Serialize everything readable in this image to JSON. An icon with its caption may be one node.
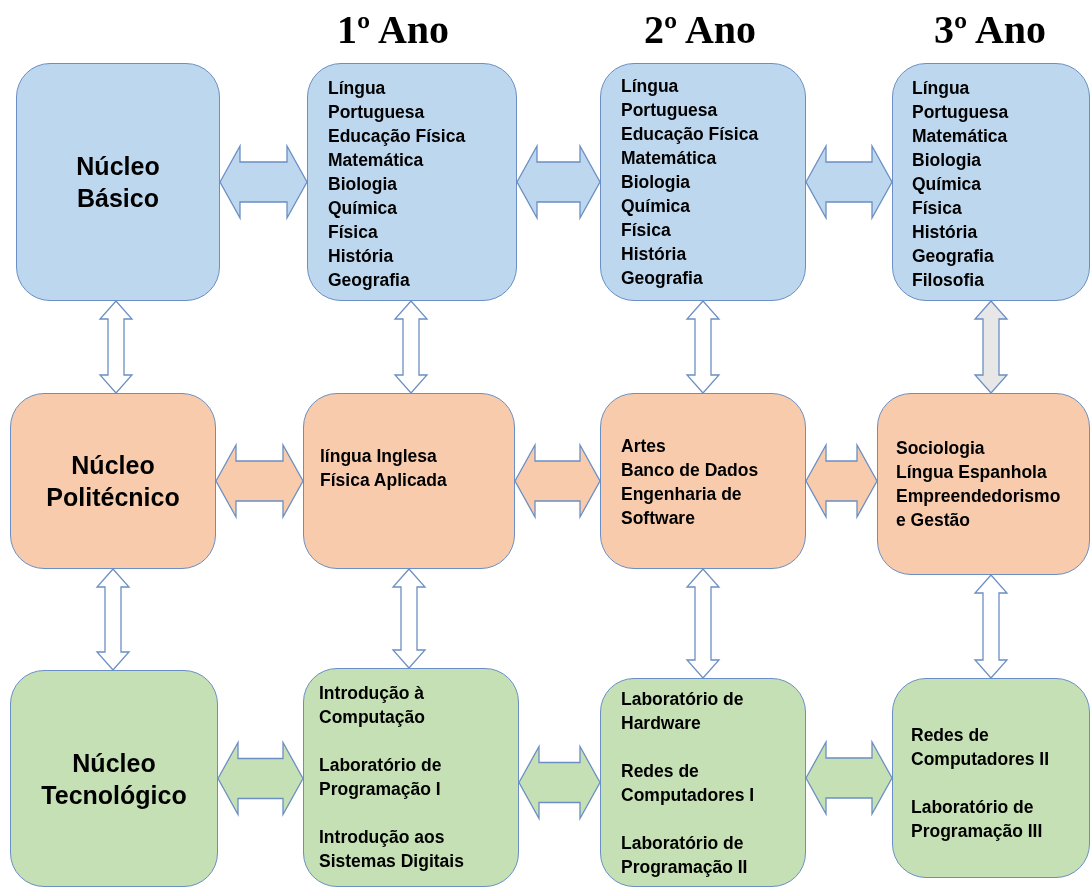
{
  "diagram": {
    "nodes": [
      {
        "text": [
          "Núcleo Básico"
        ]
      },
      {
        "text": [
          "Língua Portuguesa",
          "Educação Física",
          "Matemática",
          "Biologia",
          "Química",
          "Física",
          "História",
          "Geografia"
        ]
      },
      {
        "text": [
          "Língua Portuguesa",
          "Educação Física",
          "Matemática",
          "Biologia",
          "Química",
          "Física",
          "História",
          "Geografia"
        ]
      },
      {
        "text": [
          "Língua Portuguesa",
          "Matemática",
          "Biologia",
          "Química",
          "Física",
          "História",
          "Geografia",
          "Filosofia"
        ]
      },
      {
        "text": [
          "Núcleo Politécnico"
        ]
      },
      {
        "text": [
          "língua Inglesa",
          "Física Aplicada"
        ]
      },
      {
        "text": [
          "Artes",
          "Banco de Dados",
          "Engenharia de Software"
        ]
      },
      {
        "text": [
          "Sociologia",
          "Língua Espanhola",
          "Empreendedorismo e Gestão"
        ]
      },
      {
        "text": [
          "Núcleo Tecnológico"
        ]
      },
      {
        "text": [
          "Introdução à Computação",
          "Laboratório de Programação I",
          "Introdução aos Sistemas Digitais"
        ]
      },
      {
        "text": [
          "Laboratório de Hardware",
          "Redes de Computadores I",
          "Laboratório de Programação II"
        ]
      },
      {
        "text": [
          "Redes de Computadores II",
          "Laboratório de Programação III"
        ]
      }
    ],
    "edges": [
      {
        "from": 0,
        "to": 1,
        "arrow": "both",
        "color": "#bdd7ee"
      },
      {
        "from": 1,
        "to": 2,
        "arrow": "both",
        "color": "#bdd7ee"
      },
      {
        "from": 2,
        "to": 3,
        "arrow": "both",
        "color": "#bdd7ee"
      },
      {
        "from": 4,
        "to": 5,
        "arrow": "both",
        "color": "#f8cbad"
      },
      {
        "from": 5,
        "to": 6,
        "arrow": "both",
        "color": "#f8cbad"
      },
      {
        "from": 6,
        "to": 7,
        "arrow": "both",
        "color": "#f8cbad"
      },
      {
        "from": 8,
        "to": 9,
        "arrow": "both",
        "color": "#c5e0b4"
      },
      {
        "from": 9,
        "to": 10,
        "arrow": "both",
        "color": "#c5e0b4"
      },
      {
        "from": 10,
        "to": 11,
        "arrow": "both",
        "color": "#c5e0b4"
      },
      {
        "from": 0,
        "to": 4,
        "arrow": "both",
        "color": "#ffffff"
      },
      {
        "from": 4,
        "to": 8,
        "arrow": "both",
        "color": "#ffffff"
      },
      {
        "from": 1,
        "to": 5,
        "arrow": "both",
        "color": "#ffffff"
      },
      {
        "from": 5,
        "to": 9,
        "arrow": "both",
        "color": "#ffffff"
      },
      {
        "from": 2,
        "to": 6,
        "arrow": "both",
        "color": "#ffffff"
      },
      {
        "from": 6,
        "to": 10,
        "arrow": "both",
        "color": "#ffffff"
      },
      {
        "from": 3,
        "to": 7,
        "arrow": "both",
        "color": "#e7e7e7"
      },
      {
        "from": 7,
        "to": 11,
        "arrow": "both",
        "color": "#ffffff"
      }
    ],
    "labels": [
      "1º Ano",
      "2º Ano",
      "3º Ano"
    ]
  }
}
